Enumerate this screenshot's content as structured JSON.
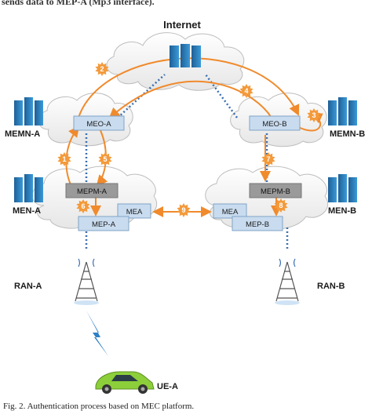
{
  "header_text": "sends data to MEP-A (Mp3 interface).",
  "internet_label": "Internet",
  "nodes": {
    "memn_a": "MEMN-A",
    "memn_b": "MEMN-B",
    "men_a": "MEN-A",
    "men_b": "MEN-B",
    "ran_a": "RAN-A",
    "ran_b": "RAN-B",
    "ue_a": "UE-A"
  },
  "boxes": {
    "meo_a": "MEO-A",
    "meo_b": "MEO-B",
    "mepm_a": "MEPM-A",
    "mepm_b": "MEPM-B",
    "mea_a": "MEA",
    "mea_b": "MEA",
    "mep_a": "MEP-A",
    "mep_b": "MEP-B"
  },
  "steps": [
    "1",
    "2",
    "3",
    "4",
    "5",
    "6",
    "7",
    "8",
    "9"
  ],
  "caption": "Fig. 2.     Authentication process based on MEC platform.",
  "colors": {
    "arrow": "#f08a2c",
    "star": "#f39a3b",
    "link": "#3a6fb0",
    "box_blue": "#c9dcef",
    "box_gray": "#9a9a9a",
    "server": "#2f86c6",
    "car": "#8ccf3a",
    "tower": "#555555"
  }
}
